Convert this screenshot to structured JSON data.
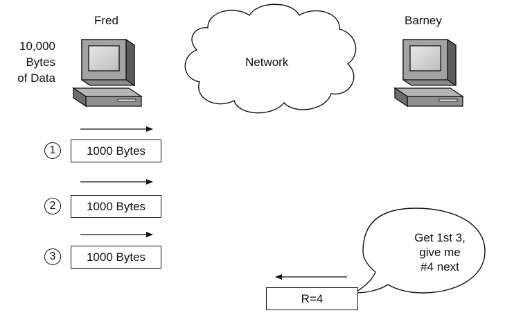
{
  "hosts": {
    "fred": {
      "label": "Fred",
      "icon": "desktop-computer-icon"
    },
    "barney": {
      "label": "Barney",
      "icon": "desktop-computer-icon"
    }
  },
  "data_label": {
    "lines": [
      "10,000",
      "Bytes",
      "of Data"
    ]
  },
  "network": {
    "label": "Network",
    "icon": "cloud-icon"
  },
  "segments": [
    {
      "number": "1",
      "label": "1000 Bytes"
    },
    {
      "number": "2",
      "label": "1000 Bytes"
    },
    {
      "number": "3",
      "label": "1000 Bytes"
    }
  ],
  "ack": {
    "label": "R=4"
  },
  "speech_bubble": {
    "lines": [
      "Get 1st 3,",
      "give me",
      "#4 next"
    ]
  }
}
